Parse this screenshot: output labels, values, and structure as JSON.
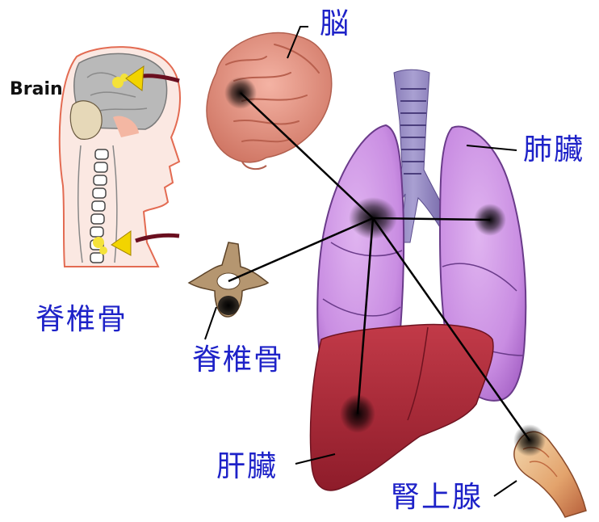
{
  "inset": {
    "brain_word": "Brain",
    "caption": "脊椎骨"
  },
  "labels": {
    "brain": "脳",
    "lung": "肺臟",
    "spine": "脊椎骨",
    "liver": "肝臟",
    "adrenal": "腎上腺"
  },
  "colors": {
    "label_text": "#1e22c8",
    "lung": "#c78be0",
    "liver": "#b02a3a",
    "brain": "#e49484",
    "trachea": "#8a7ab8",
    "bone": "#a98a6a",
    "metastasis": "#111111",
    "arrow": "#f0d000"
  }
}
